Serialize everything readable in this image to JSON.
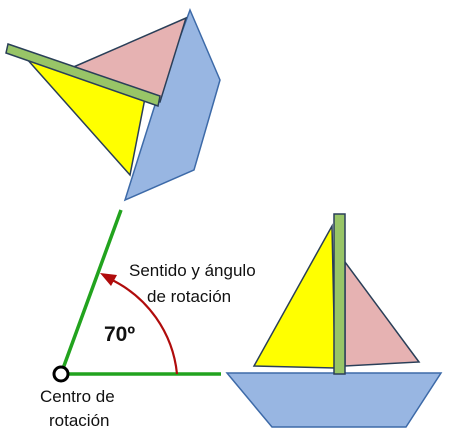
{
  "labels": {
    "direction_line1": "Sentido y ángulo",
    "direction_line2": "de rotación",
    "angle": "70º",
    "center_line1": "Centro de",
    "center_line2": "rotación"
  },
  "colors": {
    "arm": "#22a31e",
    "arc": "#b00c0c",
    "hull_fill": "#98b6e2",
    "hull_stroke": "#3d6aa8",
    "sail_yellow": "#ffff00",
    "sail_pink": "#e6b2b2",
    "mast_fill": "#98c567",
    "outline": "#2a3f58"
  },
  "rotation_angle_deg": 70
}
